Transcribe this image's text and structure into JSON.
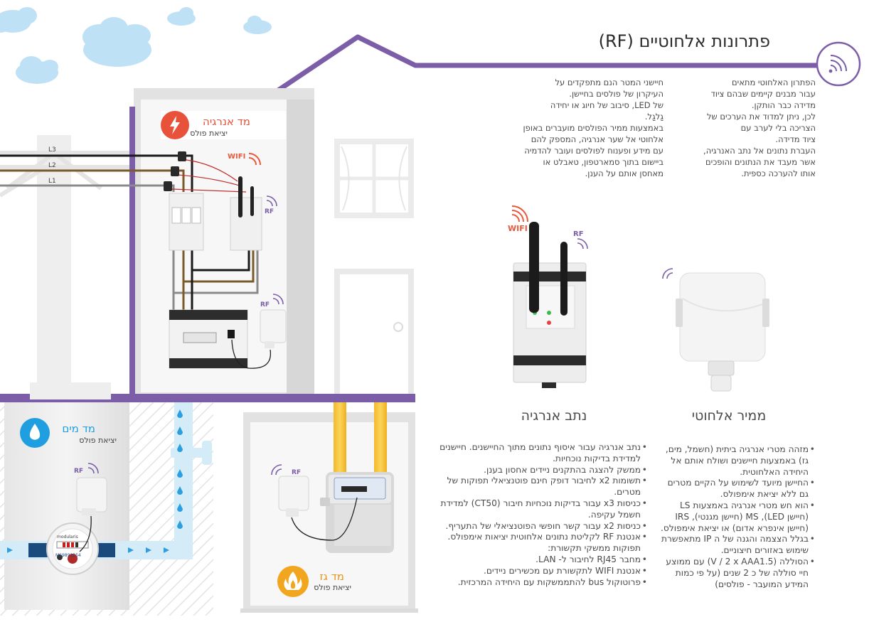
{
  "title": "פתרונות אלחוטיים (RF)",
  "intro": {
    "right": "הפתרון האלחוטי מתאים\nעבור מבנים קיימים שבהם ציוד\nמדידה כבר הותקן.\nלכן, ניתן למדוד את הערכים של\nהצריכה בלי לערב עם\nציוד מדידה.\nהעברת נתונים אל נתב האנרגיה,\nאשר מעבד את הנתונים והופכים\nאותו להערכה כספית.",
    "left": "חיישני המטר הנם מתפקדים על\nהעיקרון של פולסים בחיישן.\nשל LED, סיבוב של חיוג או יחידה\nגַלגַל.\nבאמצעות ממיר הפולסים מועברים באופן\nאלחוטי אל שער אנרגיה, המספק להם\nעם מידע ופענוח לפולסים ועובר להדמיה\nביישום בתוך סמארטפון, טאבלט או\nמאחסן אותם על הענן."
  },
  "labels": {
    "energy_meter": "מד אנרגיה",
    "pulse_output": "יציאת פולס",
    "water_meter": "מד מים",
    "gas_meter": "מד גז",
    "wifi": "WIFI",
    "rf": "RF",
    "l1": "L1",
    "l2": "L2",
    "l3": "L3"
  },
  "sections": {
    "converter_title": "ממיר אלחוטי",
    "router_title": "נתב אנרגיה"
  },
  "converter_bullets": [
    {
      "text": "מזהה מטרי אנרגיה ביתית (חשמל, מים, גז) באמצעות חיישנים ושולח אותם אל היחידה האלחוטית.",
      "bullet": true
    },
    {
      "text": "החיישן מיועד לשימוש על הקיים מטרים גם ללא יציאת אימפולס.",
      "bullet": true
    },
    {
      "text": "הוא חש מטרי אנרגיה באמצעות LS (חיישן LED), MS (חיישן מגנטי), IRS (חיישן אינפרא אדום) או יציאת אימפולס.",
      "bullet": true
    },
    {
      "text": "בגלל הצצמה והגנה של ה IP מתאפשרת שימוש באזורים חיצוניים.",
      "bullet": true
    },
    {
      "text": "הסוללה (V / 2 x AAA1.5) עם ממוצע חיי סוללה של כ 2 שנים (על פי כמות המידע המועבר - פולסים)",
      "bullet": true
    }
  ],
  "router_bullets": [
    {
      "text": "נתב אנרגיה עבור איסוף נתונים מתוך החיישנים. חיישנים למדידת בדיקות נוכחיות.",
      "bullet": true
    },
    {
      "text": "ממשק להצגה בהתקנים ניידים אחסון בענן.",
      "bullet": true
    },
    {
      "text": "תשומות x2 לחיבור דופק חינם פוטנציאלי תפוקות של מטרים.",
      "bullet": true
    },
    {
      "text": "כניסות x3 עבור בדיקות נוכחיות חיבור (CT50) למדידת חשמל עקיפה.",
      "bullet": true
    },
    {
      "text": "כניסות x2 עבור קשר חופשי הפוטנציאלי של התעריף.",
      "bullet": true
    },
    {
      "text": "אנטנת RF לקליטת נתונים אלחוטית יציאות אימפולס.",
      "bullet": true
    },
    {
      "text": "תפוקות ממשקי תקשורת:",
      "bullet": false
    },
    {
      "text": "מחבר RJ45 לחיבור ל- LAN.",
      "bullet": true
    },
    {
      "text": "אנטנת WIFI לתקשורת עם מכשירים ניידים.",
      "bullet": true
    },
    {
      "text": "פרוטוקול bus להתממשקות עם היחידה המרכזית.",
      "bullet": true
    }
  ],
  "device_text": {
    "meter_brand": "modularis",
    "meter_serial": "MS9891254",
    "pulse_output_label": "יציאת פולס"
  },
  "colors": {
    "purple": "#7b5ea7",
    "energy_red": "#e8513a",
    "water_blue": "#1f9fe0",
    "gas_orange": "#f2a51f",
    "sky_cloud": "#bfe1f6",
    "pipe_blue": "#d3ecf8",
    "gas_pipe": "#f5c331"
  },
  "icons": [
    "wifi-signal-icon",
    "lightning-icon",
    "water-drop-icon",
    "flame-icon",
    "rf-signal-icon",
    "cloud-icon"
  ]
}
